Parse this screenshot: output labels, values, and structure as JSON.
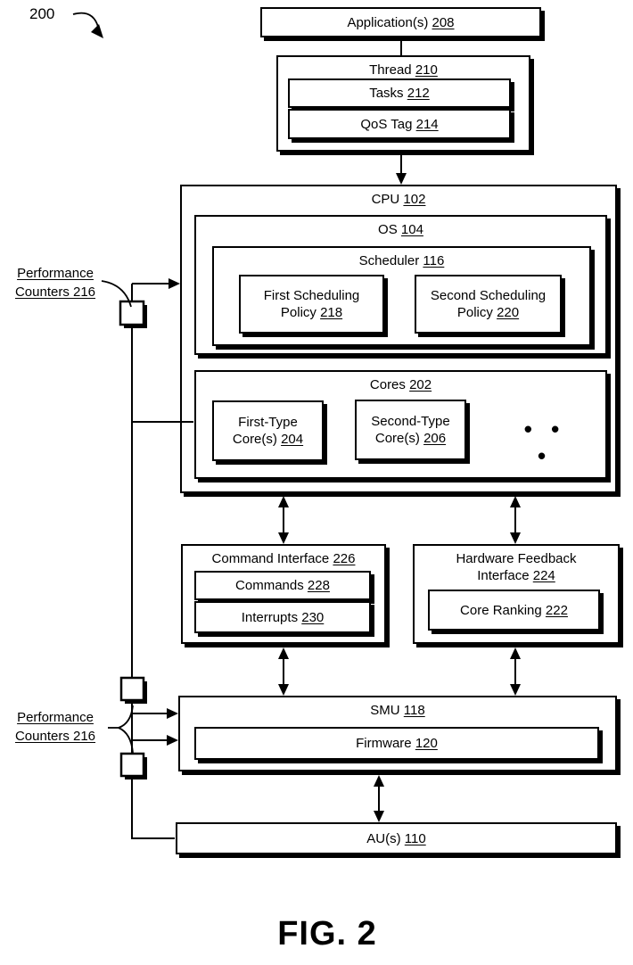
{
  "figure": {
    "number_label": "200",
    "caption": "FIG. 2"
  },
  "labels": {
    "perf_counters_top": {
      "line1": "Performance",
      "line2": "Counters 216"
    },
    "perf_counters_bottom": {
      "line1": "Performance",
      "line2": "Counters 216"
    }
  },
  "boxes": {
    "application": {
      "label": "Application(s)",
      "ref": "208"
    },
    "thread": {
      "label": "Thread",
      "ref": "210"
    },
    "tasks": {
      "label": "Tasks",
      "ref": "212"
    },
    "qos_tag": {
      "label": "QoS Tag",
      "ref": "214"
    },
    "cpu": {
      "label": "CPU",
      "ref": "102"
    },
    "os": {
      "label": "OS",
      "ref": "104"
    },
    "scheduler": {
      "label": "Scheduler",
      "ref": "116"
    },
    "first_policy": {
      "line1": "First Scheduling",
      "line2": "Policy",
      "ref": "218"
    },
    "second_policy": {
      "line1": "Second Scheduling",
      "line2": "Policy",
      "ref": "220"
    },
    "cores": {
      "label": "Cores",
      "ref": "202"
    },
    "first_core": {
      "line1": "First-Type",
      "line2": "Core(s)",
      "ref": "204"
    },
    "second_core": {
      "line1": "Second-Type",
      "line2": "Core(s)",
      "ref": "206"
    },
    "ellipsis": "• • •",
    "command_interface": {
      "label": "Command Interface",
      "ref": "226"
    },
    "commands": {
      "label": "Commands",
      "ref": "228"
    },
    "interrupts": {
      "label": "Interrupts",
      "ref": "230"
    },
    "hw_feedback": {
      "line1": "Hardware Feedback",
      "line2": "Interface",
      "ref": "224"
    },
    "core_ranking": {
      "label": "Core Ranking",
      "ref": "222"
    },
    "smu": {
      "label": "SMU",
      "ref": "118"
    },
    "firmware": {
      "label": "Firmware",
      "ref": "120"
    },
    "au": {
      "label": "AU(s)",
      "ref": "110"
    }
  },
  "colors": {
    "line": "#000000",
    "background": "#ffffff"
  }
}
